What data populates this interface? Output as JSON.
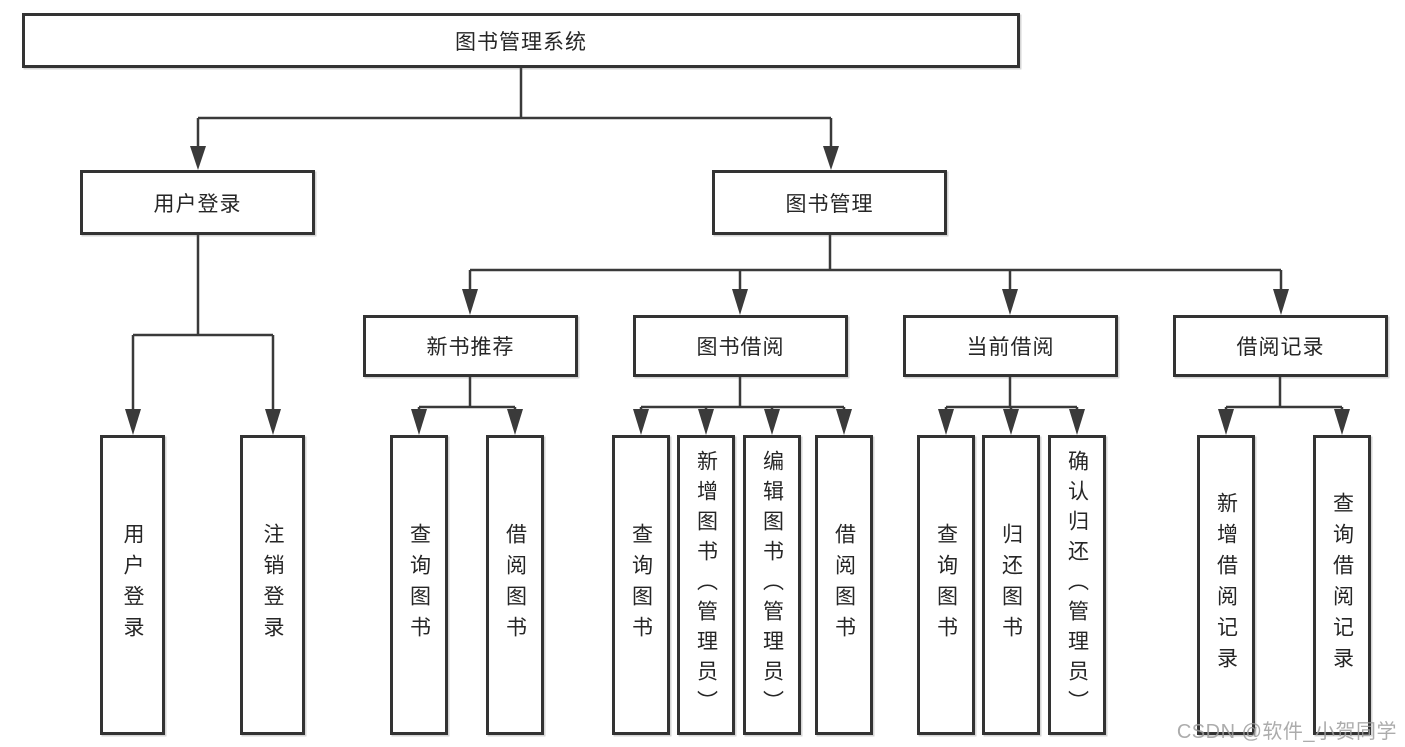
{
  "colors": {
    "line": "#3a3a3a",
    "box_border": "#333333",
    "text": "#262626",
    "watermark": "#9e9e9e"
  },
  "watermark": "CSDN @软件_小贺同学",
  "tree": {
    "label": "图书管理系统",
    "children": [
      {
        "label": "用户登录",
        "children": [
          {
            "label": "用户登录"
          },
          {
            "label": "注销登录"
          }
        ]
      },
      {
        "label": "图书管理",
        "children": [
          {
            "label": "新书推荐",
            "children": [
              {
                "label": "查询图书"
              },
              {
                "label": "借阅图书"
              }
            ]
          },
          {
            "label": "图书借阅",
            "children": [
              {
                "label": "查询图书"
              },
              {
                "label": "新增图书（管理员）"
              },
              {
                "label": "编辑图书（管理员）"
              },
              {
                "label": "借阅图书"
              }
            ]
          },
          {
            "label": "当前借阅",
            "children": [
              {
                "label": "查询图书"
              },
              {
                "label": "归还图书"
              },
              {
                "label": "确认归还（管理员）"
              }
            ]
          },
          {
            "label": "借阅记录",
            "children": [
              {
                "label": "新增借阅记录"
              },
              {
                "label": "查询借阅记录"
              }
            ]
          }
        ]
      }
    ]
  }
}
